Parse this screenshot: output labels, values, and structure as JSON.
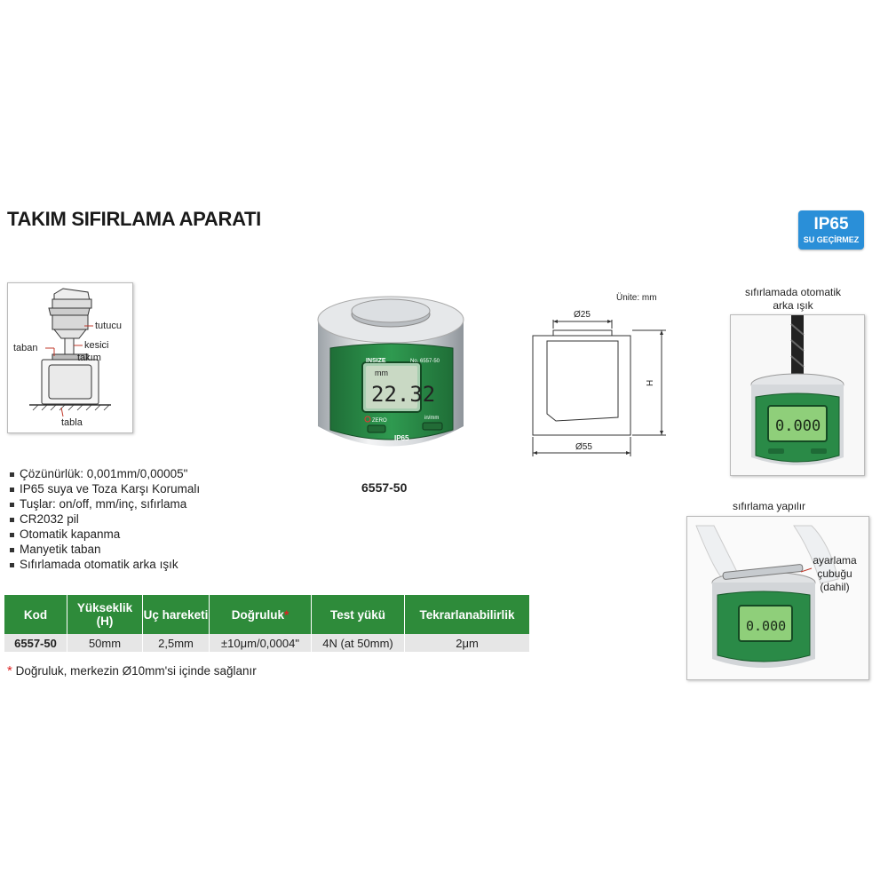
{
  "title": "TAKIM SIFIRLAMA APARATI",
  "badge": {
    "rating": "IP65",
    "subtitle": "SU GEÇİRMEZ"
  },
  "setup_diagram": {
    "labels": [
      "tutucu",
      "taban",
      "kesici",
      "takım",
      "tabla"
    ]
  },
  "product": {
    "model": "6557-50",
    "brand": "INSIZE",
    "model_plate": "No. 6557-50",
    "display_unit": "mm",
    "display_value": "22.32",
    "zero_button": "ZERO",
    "unit_button": "in/mm",
    "ip_mark": "IP65"
  },
  "dimension_drawing": {
    "unit_note": "Ünite: mm",
    "top_dia": "Ø25",
    "body_dia": "Ø55",
    "height": "H"
  },
  "features": [
    "Çözünürlük: 0,001mm/0,00005\"",
    "IP65 suya ve Toza Karşı Korumalı",
    "Tuşlar: on/off, mm/inç, sıfırlama",
    "CR2032 pil",
    "Otomatik kapanma",
    "Manyetik taban",
    "Sıfırlamada otomatik arka ışık"
  ],
  "photo1": {
    "caption": "sıfırlamada otomatik arka ışık",
    "display_value": "0.000"
  },
  "photo2": {
    "caption": "sıfırlama yapılır",
    "rod_label": "ayarlama çubuğu (dahil)",
    "display_value": "0.000"
  },
  "table": {
    "headers": {
      "kod": "Kod",
      "yukseklik": "Yükseklik (H)",
      "uc": "Uç hareketi",
      "dogruluk": "Doğruluk",
      "dogruluk_mark": "*",
      "test": "Test yükü",
      "tekrar": "Tekrarlanabilirlik"
    },
    "row": {
      "kod": "6557-50",
      "yukseklik": "50mm",
      "uc": "2,5mm",
      "dogruluk": "±10μm/0,0004\"",
      "test": "4N (at 50mm)",
      "tekrar": "2μm"
    }
  },
  "footnote": {
    "mark": "*",
    "text": "Doğruluk, merkezin Ø10mm'si içinde sağlanır"
  },
  "colors": {
    "accent_green": "#2e8b3a",
    "badge_blue": "#2a8fd8",
    "footnote_red": "#d22222",
    "lcd_green": "#8fcf7a"
  }
}
